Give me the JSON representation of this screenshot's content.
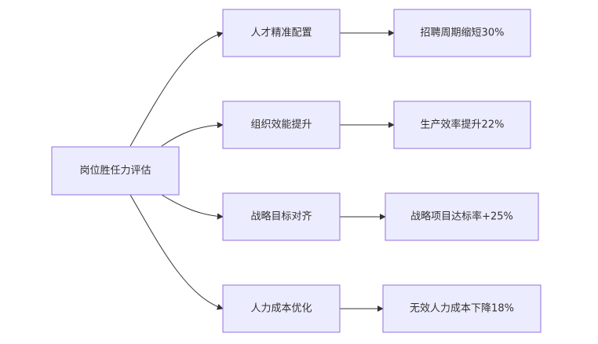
{
  "diagram": {
    "root": {
      "label": "岗位胜任力评估"
    },
    "branches": [
      {
        "label": "人才精准配置",
        "result": "招聘周期缩短30%"
      },
      {
        "label": "组织效能提升",
        "result": "生产效率提升22%"
      },
      {
        "label": "战略目标对齐",
        "result": "战略项目达标率+25%"
      },
      {
        "label": "人力成本优化",
        "result": "无效人力成本下降18%"
      }
    ]
  }
}
